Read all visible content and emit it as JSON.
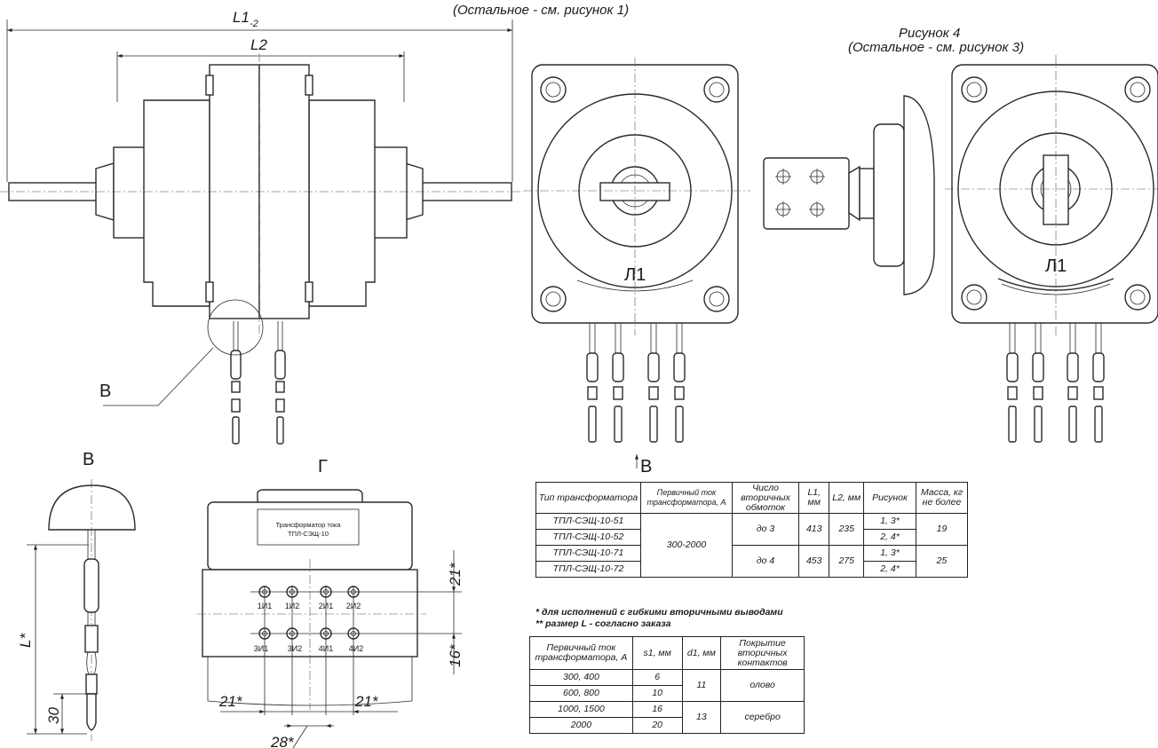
{
  "titles": {
    "fig3_caption": "(Остальное - см. рисунок 1)",
    "fig4_title": "Рисунок 4",
    "fig4_caption": "(Остальное - см. рисунок 3)"
  },
  "dimensions": {
    "l1": "L1",
    "l1_sub": "-2",
    "l2": "L2",
    "l_star": "L*",
    "d30": "30",
    "d21_left": "21*",
    "d21_right": "21*",
    "d28": "28*",
    "d21_vert": "21*",
    "d16_vert": "16*"
  },
  "views": {
    "callout_b": "В",
    "view_b": "В",
    "view_g": "Г",
    "arrow_b": "В",
    "polarity_l1_a": "Л1",
    "polarity_l1_b": "Л1"
  },
  "nameplate": {
    "line1": "Трансформатор тока",
    "line2": "ТПЛ-СЭЩ-10"
  },
  "terminals": {
    "top": [
      "1И1",
      "1И2",
      "2И1",
      "2И2"
    ],
    "bottom": [
      "3И1",
      "3И2",
      "4И1",
      "4И2"
    ]
  },
  "table_main": {
    "headers": [
      "Тип трансформатора",
      "Первичный ток трансформатора, А",
      "Число вторичных обмоток",
      "L1, мм",
      "L2, мм",
      "Рисунок",
      "Масса, кг не более"
    ],
    "types": [
      "ТПЛ-СЭЩ-10-51",
      "ТПЛ-СЭЩ-10-52",
      "ТПЛ-СЭЩ-10-71",
      "ТПЛ-СЭЩ-10-72"
    ],
    "current": "300-2000",
    "windings": [
      "до 3",
      "до 4"
    ],
    "l1": [
      "413",
      "453"
    ],
    "l2": [
      "235",
      "275"
    ],
    "figures": [
      "1, 3*",
      "2, 4*",
      "1, 3*",
      "2, 4*"
    ],
    "mass": [
      "19",
      "25"
    ]
  },
  "notes": {
    "n1": "* для исполнений с гибкими вторичными выводами",
    "n2": "** размер L - согласно заказа"
  },
  "table_contacts": {
    "headers": [
      "Первичный ток трансформатора, А",
      "s1, мм",
      "d1, мм",
      "Покрытие вторичных контактов"
    ],
    "currents": [
      "300, 400",
      "600, 800",
      "1000, 1500",
      "2000"
    ],
    "s1": [
      "6",
      "10",
      "16",
      "20"
    ],
    "d1": [
      "11",
      "13"
    ],
    "coating": [
      "олово",
      "серебро"
    ]
  }
}
